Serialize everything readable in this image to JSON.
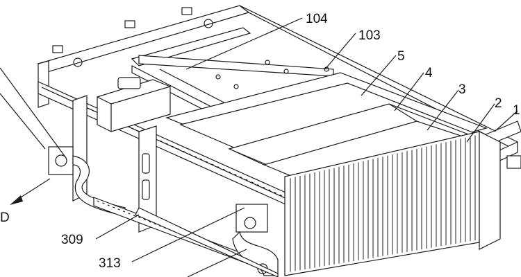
{
  "figure": {
    "labels": {
      "l104": "104",
      "l103": "103",
      "l5": "5",
      "l4": "4",
      "l3": "3",
      "l2": "2",
      "l1": "1",
      "l309": "309",
      "l313": "313",
      "lD": "D"
    },
    "colors": {
      "ink": "#1a1a1a",
      "background": "#ffffff"
    }
  }
}
